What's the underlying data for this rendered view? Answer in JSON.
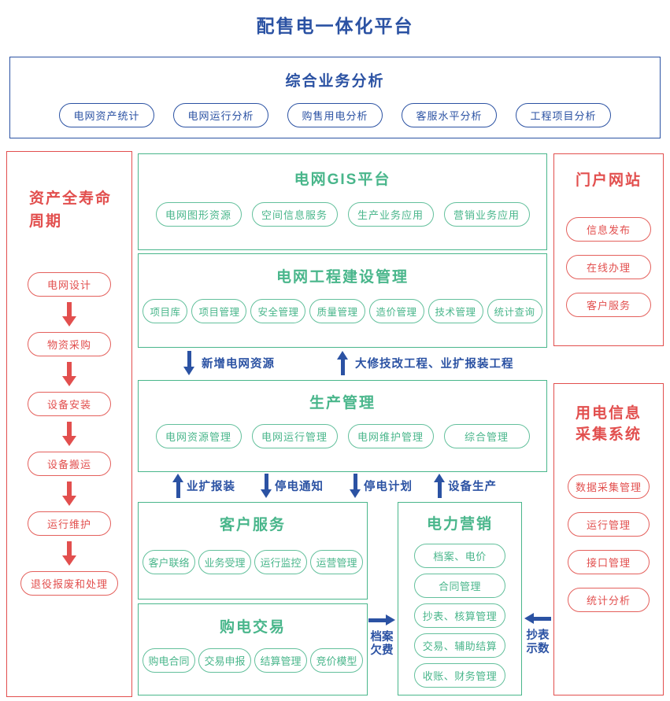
{
  "title": "配售电一体化平台",
  "colors": {
    "blue": "#2b52a3",
    "red": "#e24f4e",
    "green": "#49b68b"
  },
  "top_box": {
    "title": "综合业务分析",
    "pills": [
      "电网资产统计",
      "电网运行分析",
      "购售用电分析",
      "客服水平分析",
      "工程项目分析"
    ]
  },
  "left_box": {
    "title_line1": "资产全寿命",
    "title_line2": "周期",
    "steps": [
      "电网设计",
      "物资采购",
      "设备安装",
      "设备搬运",
      "运行维护",
      "退役报废和处理"
    ]
  },
  "gis_box": {
    "title": "电网GIS平台",
    "pills": [
      "电网图形资源",
      "空间信息服务",
      "生产业务应用",
      "营销业务应用"
    ]
  },
  "construction_box": {
    "title": "电网工程建设管理",
    "pills": [
      "项目库",
      "项目管理",
      "安全管理",
      "质量管理",
      "造价管理",
      "技术管理",
      "统计查询"
    ]
  },
  "flow_arrows_top": [
    {
      "direction": "down",
      "label": "新增电网资源"
    },
    {
      "direction": "up",
      "label": "大修技改工程、业扩报装工程"
    }
  ],
  "production_box": {
    "title": "生产管理",
    "pills": [
      "电网资源管理",
      "电网运行管理",
      "电网维护管理",
      "综合管理"
    ]
  },
  "flow_arrows_mid": [
    {
      "direction": "up",
      "label": "业扩报装"
    },
    {
      "direction": "down",
      "label": "停电通知"
    },
    {
      "direction": "down",
      "label": "停电计划"
    },
    {
      "direction": "up",
      "label": "设备生产"
    }
  ],
  "customer_box": {
    "title": "客户服务",
    "pills": [
      "客户联络",
      "业务受理",
      "运行监控",
      "运营管理"
    ]
  },
  "purchase_box": {
    "title": "购电交易",
    "pills": [
      "购电合同",
      "交易申报",
      "结算管理",
      "竞价模型"
    ]
  },
  "marketing_box": {
    "title": "电力营销",
    "pills": [
      "档案、电价",
      "合同管理",
      "抄表、核算管理",
      "交易、辅助结算",
      "收账、财务管理"
    ]
  },
  "portal_box": {
    "title": "门户网站",
    "pills": [
      "信息发布",
      "在线办理",
      "客户服务"
    ]
  },
  "collection_box": {
    "title_line1": "用电信息",
    "title_line2": "采集系统",
    "pills": [
      "数据采集管理",
      "运行管理",
      "接口管理",
      "统计分析"
    ]
  },
  "horizontal_arrows": {
    "archive": {
      "label_line1": "档案",
      "label_line2": "欠费"
    },
    "meter": {
      "label_line1": "抄表",
      "label_line2": "示数"
    }
  }
}
